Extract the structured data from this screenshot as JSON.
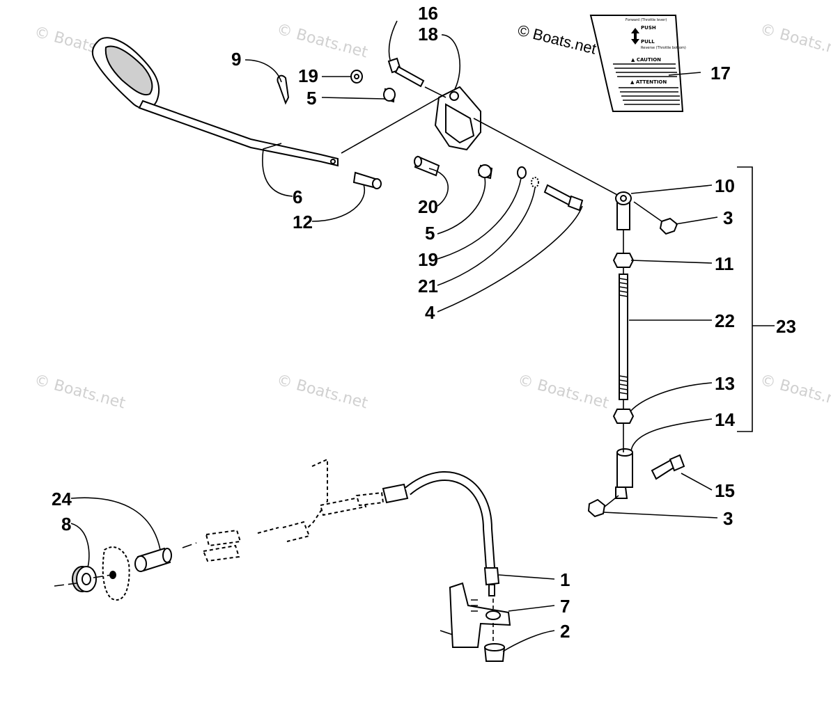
{
  "credit": "© Boats.net",
  "watermark": "© Boats.net",
  "callouts": {
    "c1": "1",
    "c2": "2",
    "c3a": "3",
    "c3b": "3",
    "c4": "4",
    "c5a": "5",
    "c5b": "5",
    "c6": "6",
    "c7": "7",
    "c8": "8",
    "c9": "9",
    "c10": "10",
    "c11": "11",
    "c12": "12",
    "c13": "13",
    "c14": "14",
    "c15": "15",
    "c16": "16",
    "c17": "17",
    "c18": "18",
    "c19a": "19",
    "c19b": "19",
    "c20": "20",
    "c21": "21",
    "c22": "22",
    "c23": "23",
    "c24": "24"
  },
  "decal": {
    "forward": "Forward (Throttle lever)",
    "push": "PUSH",
    "pull": "PULL",
    "reverse": "Reverse (Throttle bottom)",
    "caution": "▲ CAUTION",
    "attention": "▲ ATTENTION"
  }
}
